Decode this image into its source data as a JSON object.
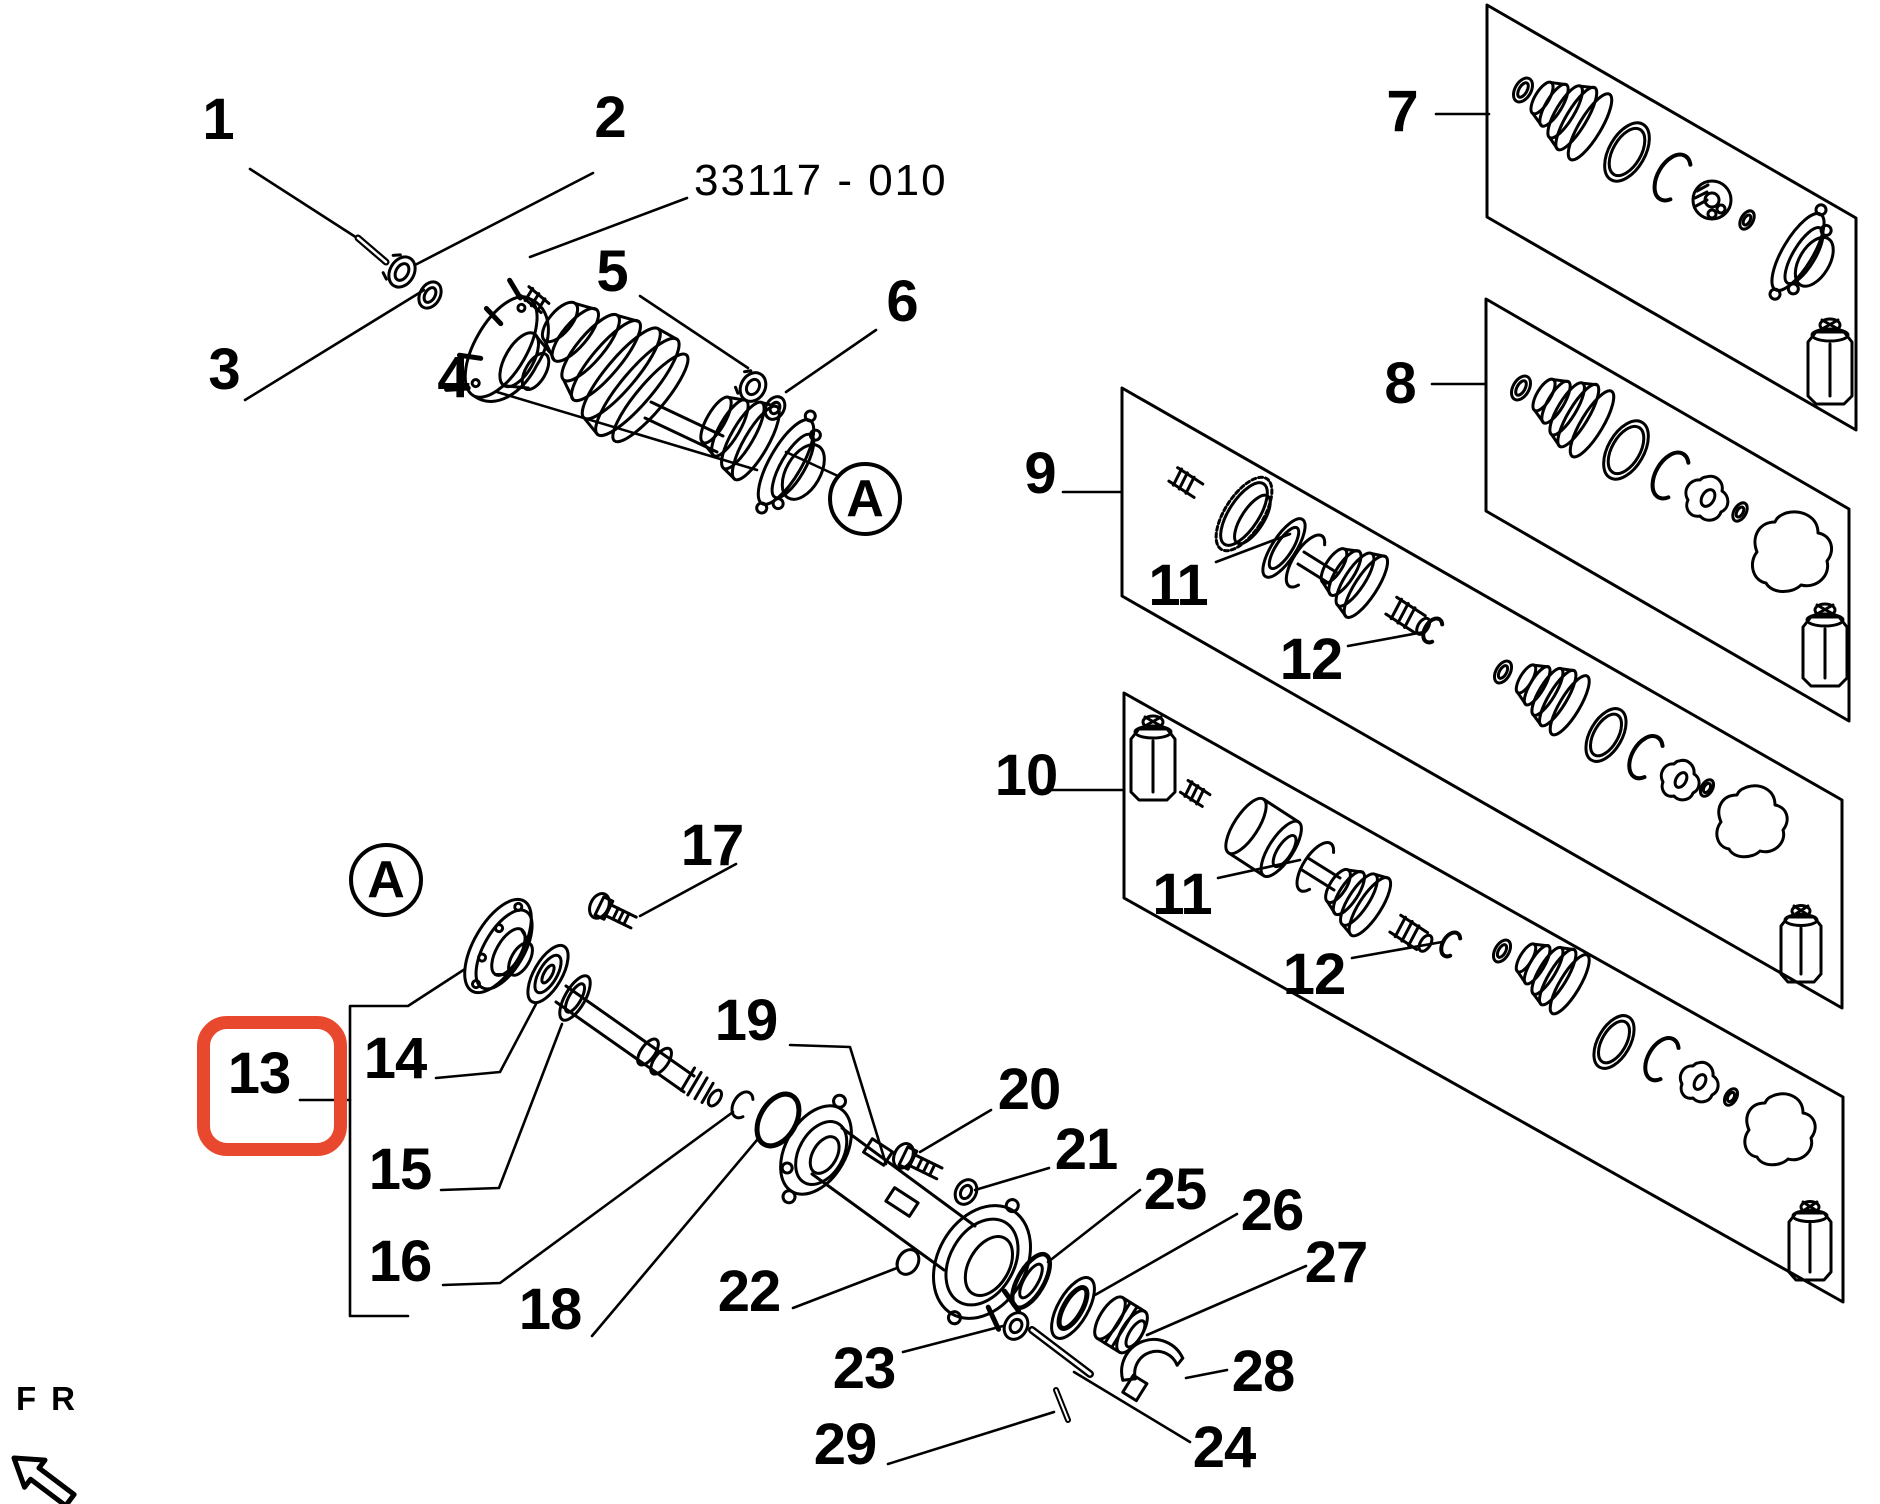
{
  "diagram": {
    "title_code": "33117 - 010",
    "orientation_label": "FR",
    "detail_markers": {
      "top": "A",
      "bottom": "A"
    },
    "highlight": {
      "callout": "13",
      "color": "#e8492e"
    },
    "callouts": {
      "c1": "1",
      "c2": "2",
      "c3": "3",
      "c4": "4",
      "c5": "5",
      "c6": "6",
      "c7": "7",
      "c8": "8",
      "c9": "9",
      "c10": "10",
      "c11a": "11",
      "c11b": "11",
      "c12a": "12",
      "c12b": "12",
      "c13": "13",
      "c14": "14",
      "c15": "15",
      "c16": "16",
      "c17": "17",
      "c18": "18",
      "c19": "19",
      "c20": "20",
      "c21": "21",
      "c22": "22",
      "c23": "23",
      "c24": "24",
      "c25": "25",
      "c26": "26",
      "c27": "27",
      "c28": "28",
      "c29": "29"
    }
  }
}
